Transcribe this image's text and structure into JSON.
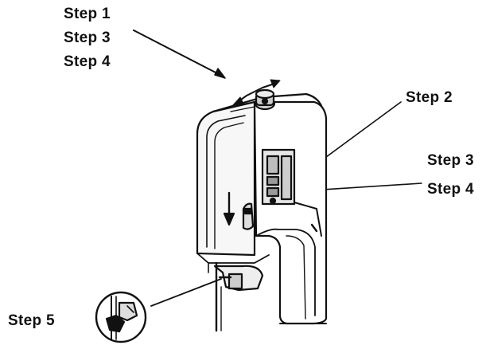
{
  "labels": {
    "top_step_1": "Step 1",
    "top_step_3": "Step 3",
    "top_step_4": "Step 4",
    "right_step_2": "Step  2",
    "right_step_3": "Step 3",
    "right_step_4": "Step 4",
    "bottom_step_5": "Step  5"
  },
  "colors": {
    "ink": "#111111",
    "background": "#ffffff",
    "shade": "#e6e6e6"
  }
}
